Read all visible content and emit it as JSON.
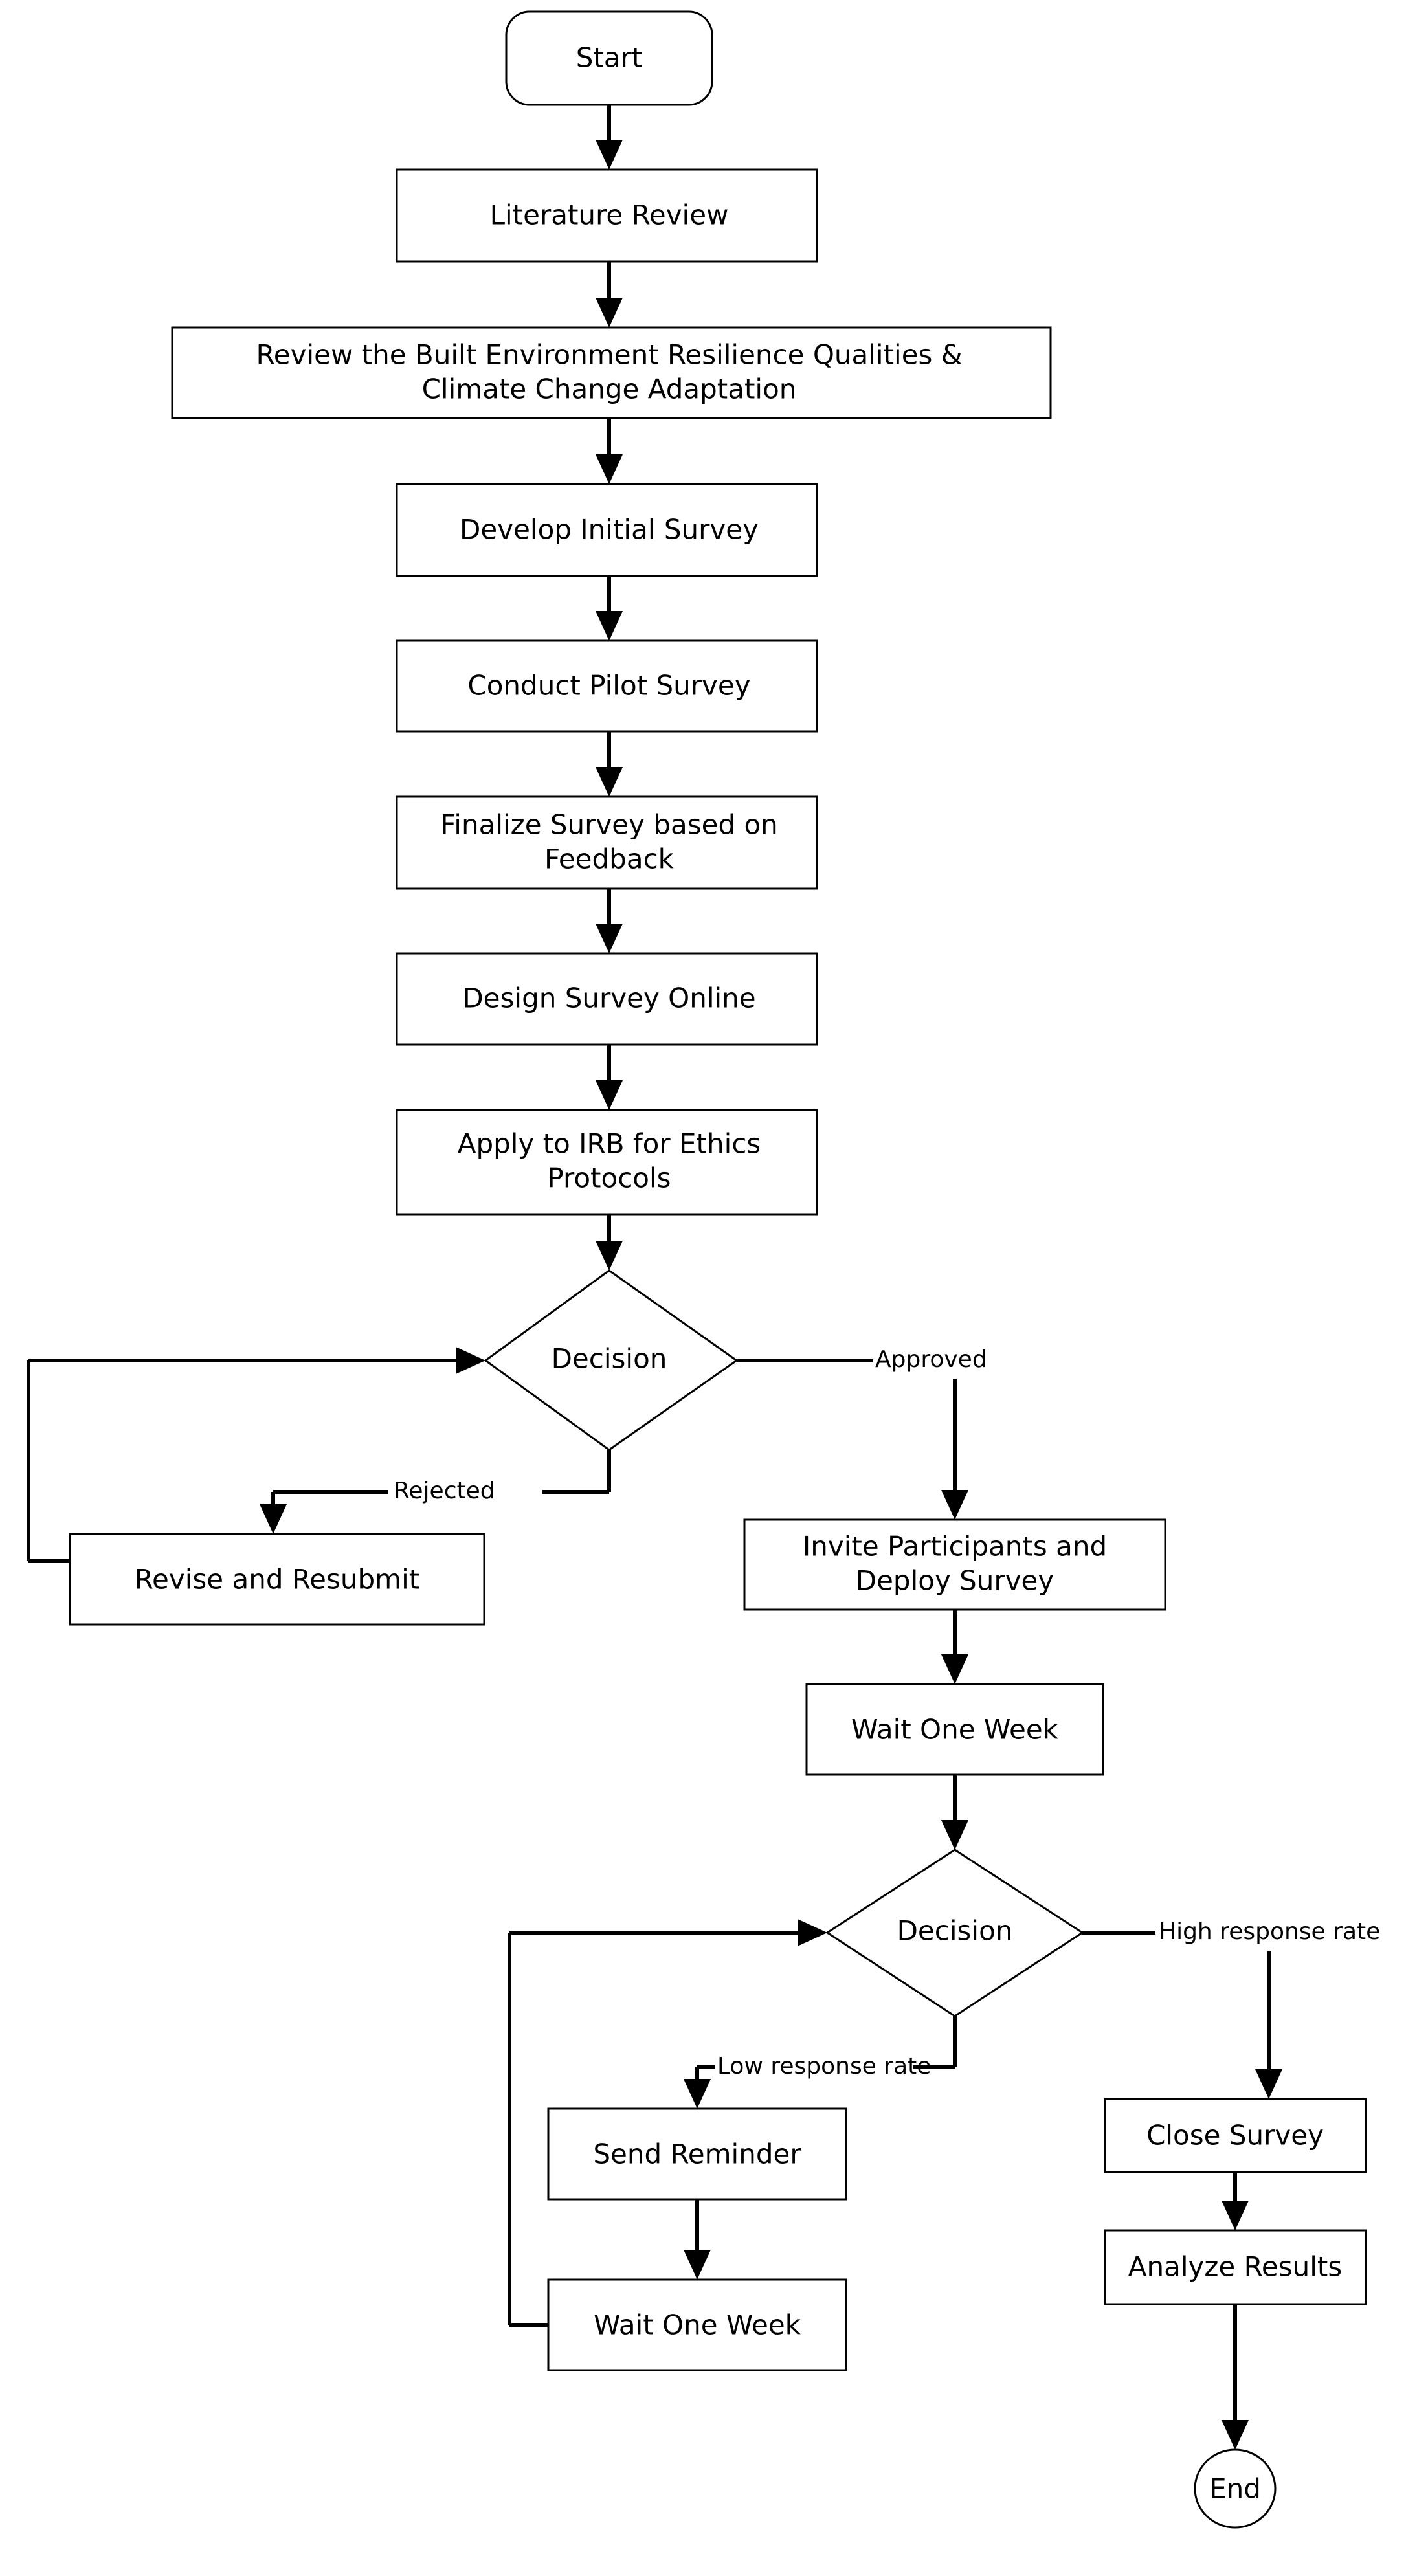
{
  "diagram": {
    "type": "flowchart",
    "title": "Survey Research Methodology Flowchart",
    "orientation": "top-to-bottom",
    "background_color": "#ffffff",
    "stroke_color": "#000000",
    "fill_color": "#ffffff"
  },
  "nodes": {
    "start": {
      "label": "Start",
      "shape": "rounded-rectangle"
    },
    "literature_review": {
      "label": "Literature Review",
      "shape": "rectangle"
    },
    "review_resilience_line1": {
      "label": "Review the Built Environment Resilience Qualities &",
      "shape": "rectangle"
    },
    "review_resilience_line2": {
      "label": "Climate Change Adaptation",
      "shape": "rectangle"
    },
    "develop_initial_survey": {
      "label": "Develop Initial Survey",
      "shape": "rectangle"
    },
    "conduct_pilot_survey": {
      "label": "Conduct Pilot Survey",
      "shape": "rectangle"
    },
    "finalize_survey_line1": {
      "label": "Finalize Survey based on",
      "shape": "rectangle"
    },
    "finalize_survey_line2": {
      "label": "Feedback",
      "shape": "rectangle"
    },
    "design_survey_online": {
      "label": "Design Survey Online",
      "shape": "rectangle"
    },
    "apply_irb_line1": {
      "label": "Apply to IRB for Ethics",
      "shape": "rectangle"
    },
    "apply_irb_line2": {
      "label": "Protocols",
      "shape": "rectangle"
    },
    "decision_irb": {
      "label": "Decision",
      "shape": "diamond"
    },
    "revise_resubmit": {
      "label": "Revise and Resubmit",
      "shape": "rectangle"
    },
    "invite_participants_line1": {
      "label": "Invite Participants and",
      "shape": "rectangle"
    },
    "invite_participants_line2": {
      "label": "Deploy Survey",
      "shape": "rectangle"
    },
    "wait_one_week_1": {
      "label": "Wait One Week",
      "shape": "rectangle"
    },
    "decision_response": {
      "label": "Decision",
      "shape": "diamond"
    },
    "send_reminder": {
      "label": "Send Reminder",
      "shape": "rectangle"
    },
    "wait_one_week_2": {
      "label": "Wait One Week",
      "shape": "rectangle"
    },
    "close_survey": {
      "label": "Close Survey",
      "shape": "rectangle"
    },
    "analyze_results": {
      "label": "Analyze Results",
      "shape": "rectangle"
    },
    "end": {
      "label": "End",
      "shape": "ellipse"
    }
  },
  "edge_labels": {
    "approved": "Approved",
    "rejected": "Rejected",
    "high_response_rate": "High response rate",
    "low_response_rate": "Low response rate"
  },
  "flow_sequence": [
    "Start",
    "Literature Review",
    "Review the Built Environment Resilience Qualities & Climate Change Adaptation",
    "Develop Initial Survey",
    "Conduct Pilot Survey",
    "Finalize Survey based on Feedback",
    "Design Survey Online",
    "Apply to IRB for Ethics Protocols",
    "Decision",
    "Invite Participants and Deploy Survey",
    "Wait One Week",
    "Decision",
    "Close Survey",
    "Analyze Results",
    "End"
  ]
}
